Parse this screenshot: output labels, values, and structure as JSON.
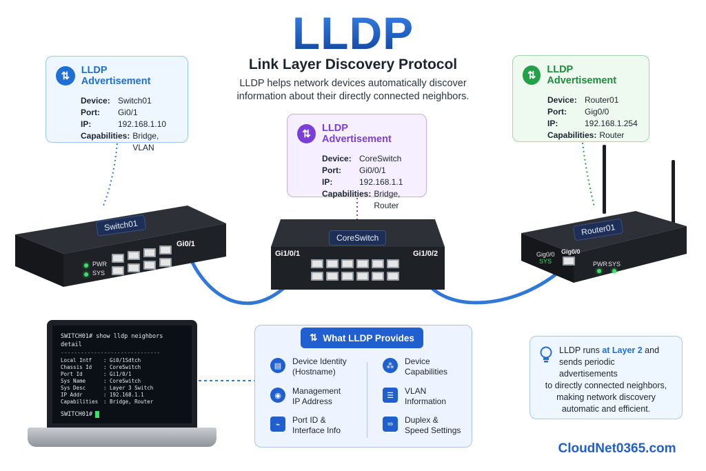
{
  "title": "LLDP",
  "subtitle": "Link Layer Discovery Protocol",
  "description": "LLDP helps network devices automatically discover information about their directly connected neighbors.",
  "cards": {
    "switch01": {
      "title": "LLDP Advertisement",
      "device": "Switch01",
      "port": "Gi0/1",
      "ip": "192.168.1.10",
      "capabilities": "Bridge, VLAN"
    },
    "core": {
      "title": "LLDP Advertisement",
      "device": "CoreSwitch",
      "port": "Gi0/0/1",
      "ip": "192.168.1.1",
      "capabilities": "Bridge, Router"
    },
    "router01": {
      "title": "LLDP Advertisement",
      "device": "Router01",
      "port": "Gig0/0",
      "ip": "192.168.1.254",
      "capabilities": "Router"
    }
  },
  "field_labels": {
    "device": "Device:",
    "port": "Port:",
    "ip": "IP:",
    "capabilities": "Capabilities:"
  },
  "devices": {
    "switch01": {
      "tag": "Switch01",
      "port_label": "Gi0/1",
      "pwr": "PWR",
      "sys": "SYS"
    },
    "core": {
      "tag": "CoreSwitch",
      "port_left": "Gi1/0/1",
      "port_right": "Gi1/0/2"
    },
    "router01": {
      "tag": "Router01",
      "port_label": "Gig0/0",
      "port_label_small": "Gig0/0",
      "sys_small": "SYS",
      "pwr": "PWR",
      "sys": "SYS"
    }
  },
  "terminal": {
    "command": "SWITCH01# show lldp neighbors detail",
    "divider": "------------------------------",
    "rows": [
      {
        "key": "Local Intf",
        "value": ": Gi0/1 ",
        "extra": "Sdtch"
      },
      {
        "key": "Chassis Id",
        "value": ": CoreSwitch",
        "extra": ""
      },
      {
        "key": "Port Id",
        "value": ": Gi1/0/1",
        "extra": ""
      },
      {
        "key": "Sys Name",
        "value": ": CoreSwitch",
        "extra": ""
      },
      {
        "key": "Sys Desc",
        "value": ": Layer 3 Switch",
        "extra": ""
      },
      {
        "key": "IP Addr",
        "value": ": 192.168.1.1",
        "extra": ""
      },
      {
        "key": "Capabilities",
        "value": ": Bridge, Router",
        "extra": ""
      }
    ],
    "prompt": "SWITCH01#"
  },
  "provides": {
    "title": "What LLDP Provides",
    "items": [
      {
        "line1": "Device Identity",
        "line2": "(Hostname)",
        "icon": "id-card-icon"
      },
      {
        "line1": "Device",
        "line2": "Capabilities",
        "icon": "network-nodes-icon"
      },
      {
        "line1": "Management",
        "line2": "IP Address",
        "icon": "location-pin-icon"
      },
      {
        "line1": "VLAN",
        "line2": "Information",
        "icon": "list-icon"
      },
      {
        "line1": "Port ID &",
        "line2": "Interface Info",
        "icon": "port-icon"
      },
      {
        "line1": "Duplex &",
        "line2": "Speed Settings",
        "icon": "link-icon"
      }
    ]
  },
  "info": {
    "pre": "LLDP runs ",
    "highlight": "at Layer 2",
    "post": " and",
    "line2": "sends periodic advertisements",
    "rest": "to directly connected neighbors, making network discovery automatic and efficient."
  },
  "brand": "CloudNet0365.com",
  "colors": {
    "blue": "#1f6fd6",
    "purple": "#7b3fd8",
    "green": "#24a048",
    "cable": "#2f78d8"
  }
}
